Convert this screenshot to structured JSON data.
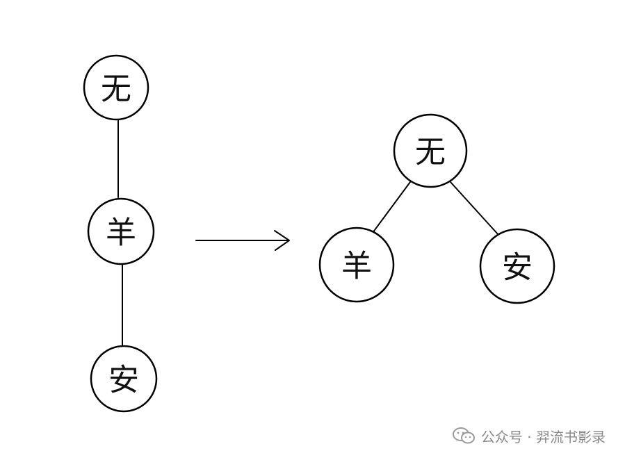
{
  "diagram": {
    "left_tree": {
      "nodes": [
        {
          "id": "l-top",
          "label": "无"
        },
        {
          "id": "l-mid",
          "label": "羊"
        },
        {
          "id": "l-bot",
          "label": "安"
        }
      ]
    },
    "right_tree": {
      "nodes": [
        {
          "id": "r-root",
          "label": "无"
        },
        {
          "id": "r-left",
          "label": "羊"
        },
        {
          "id": "r-right",
          "label": "安"
        }
      ]
    }
  },
  "watermark": {
    "icon": "wechat-icon",
    "text": "公众号 · 羿流书影录"
  }
}
